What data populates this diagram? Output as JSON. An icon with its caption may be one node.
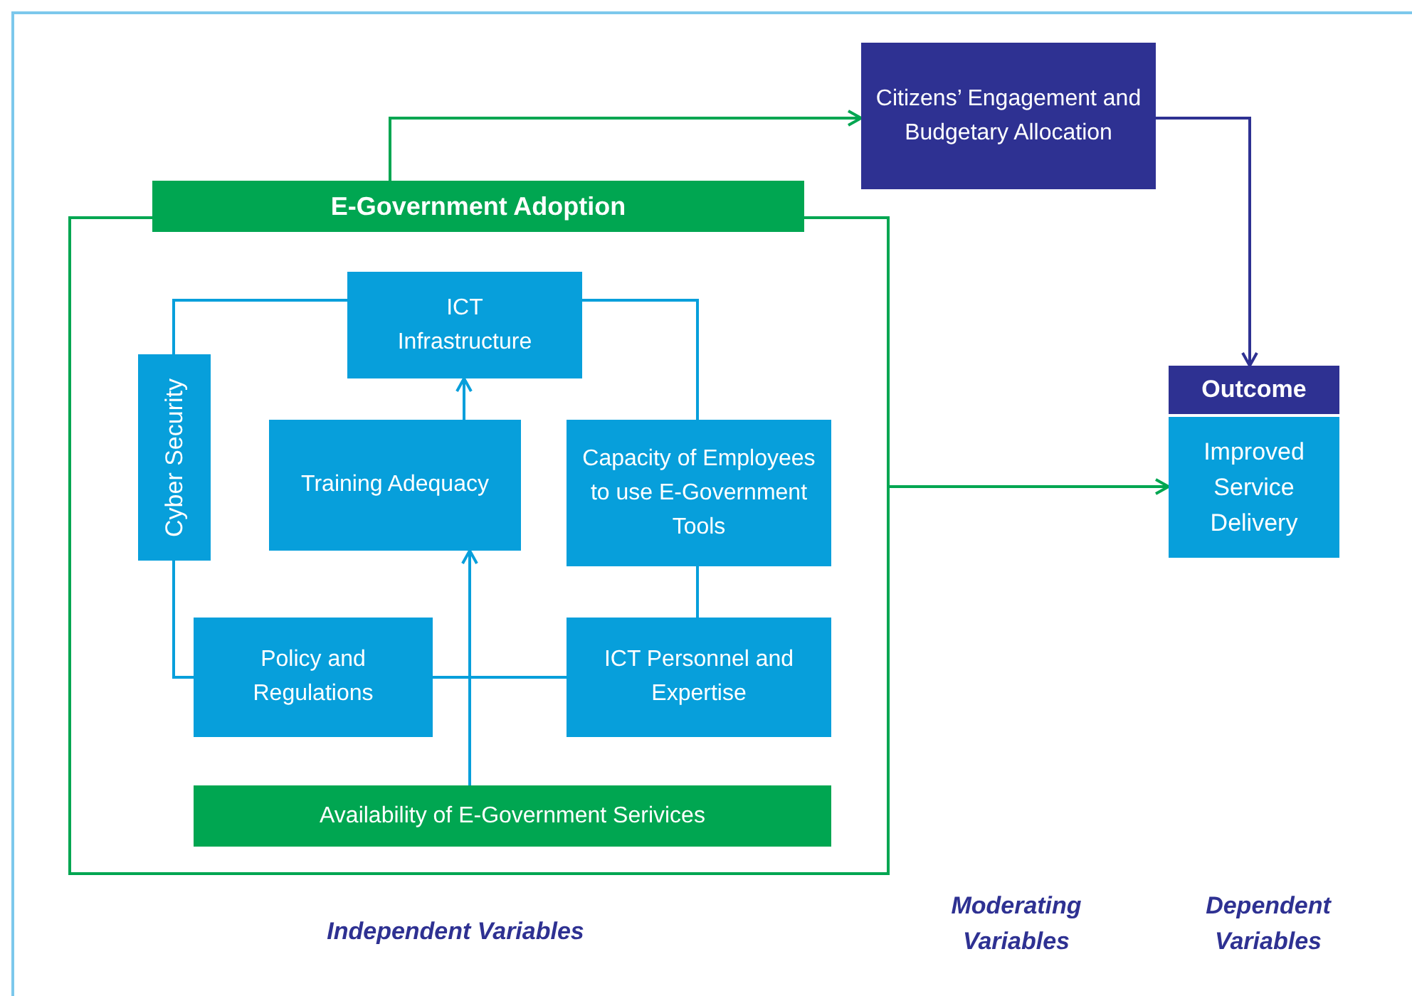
{
  "diagram": {
    "nodes": [
      {
        "text": [
          "E-Government Adoption"
        ]
      },
      {
        "text": [
          "ICT Infrastructure"
        ],
        "in": 0
      },
      {
        "text": [
          "Cyber Security"
        ],
        "in": 0
      },
      {
        "text": [
          "Training Adequacy"
        ],
        "in": 0
      },
      {
        "text": [
          "Capacity of Employees to use E-Government Tools"
        ],
        "in": 0
      },
      {
        "text": [
          "Policy and Regulations"
        ],
        "in": 0
      },
      {
        "text": [
          "ICT Personnel and Expertise"
        ],
        "in": 0
      },
      {
        "text": [
          "Availability of E-Government Serivices"
        ],
        "in": 0
      },
      {
        "text": [
          "Citizens’ Engagement and Budgetary Allocation"
        ]
      },
      {
        "text": [
          "Outcome",
          "Improved Service Delivery"
        ]
      }
    ],
    "edges": [
      {
        "from": 0,
        "to": 8,
        "arrow": "to",
        "color": "#00a651"
      },
      {
        "from": 8,
        "to": 9,
        "arrow": "to",
        "color": "#2e3192"
      },
      {
        "from": 0,
        "to": 9,
        "arrow": "to",
        "color": "#00a651"
      },
      {
        "from": 7,
        "to": 3,
        "arrow": "to"
      },
      {
        "from": 3,
        "to": 1,
        "arrow": "to"
      },
      {
        "from": 1,
        "to": 2,
        "arrow": "none"
      },
      {
        "from": 1,
        "to": 4,
        "arrow": "none"
      },
      {
        "from": 2,
        "to": 5,
        "arrow": "none"
      },
      {
        "from": 4,
        "to": 6,
        "arrow": "none"
      },
      {
        "from": 5,
        "to": 6,
        "arrow": "none"
      }
    ],
    "labels": [
      "Moderating Variables",
      "Dependent Variables",
      "Independent Variables"
    ]
  }
}
